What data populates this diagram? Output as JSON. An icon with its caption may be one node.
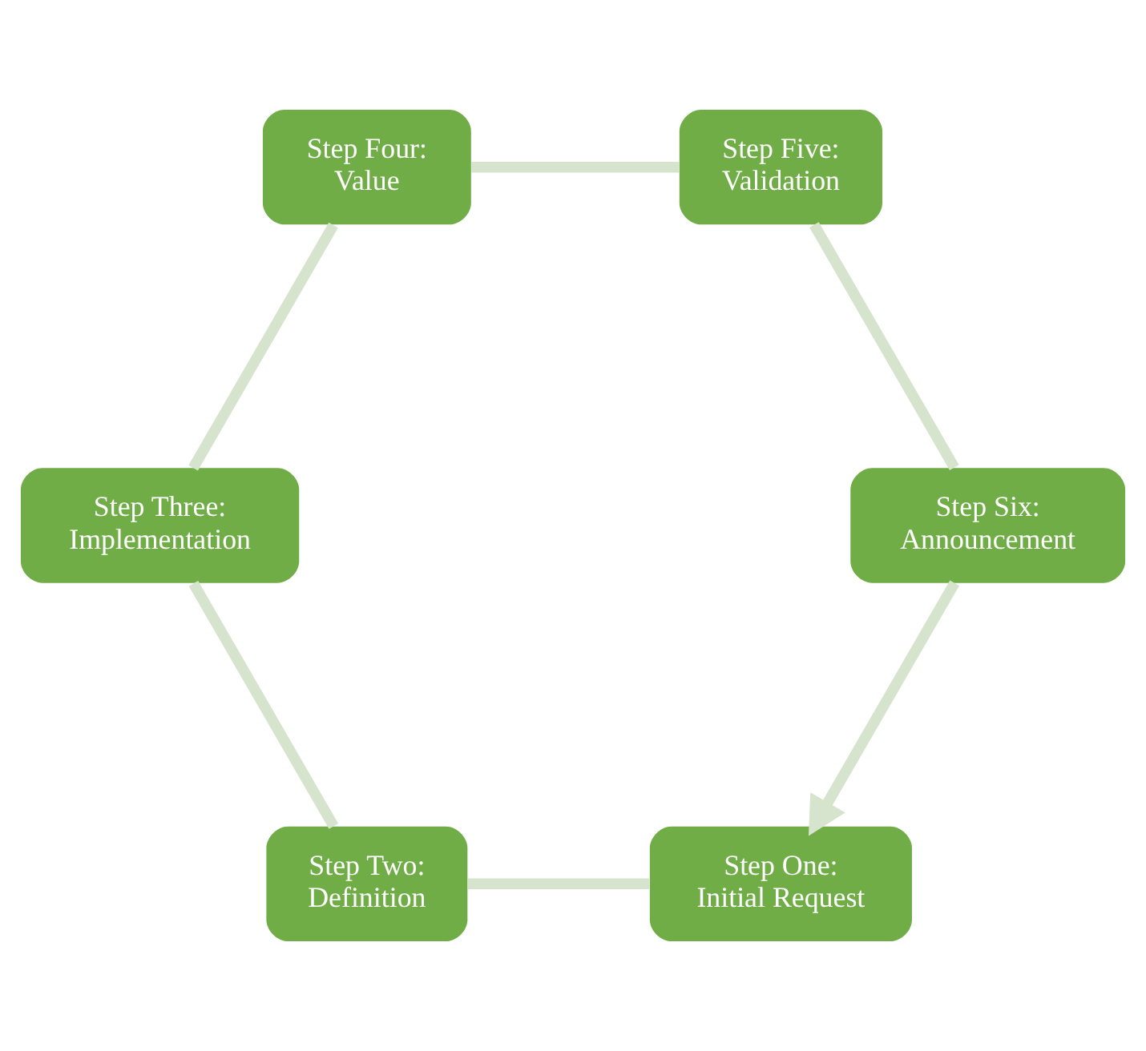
{
  "diagram": {
    "nodes": [
      {
        "text": [
          "Step One: Initial Request"
        ]
      },
      {
        "text": [
          "Step Two: Definition"
        ]
      },
      {
        "text": [
          "Step Three: Implementation"
        ]
      },
      {
        "text": [
          "Step Four: Value"
        ]
      },
      {
        "text": [
          "Step Five: Validation"
        ]
      },
      {
        "text": [
          "Step Six: Announcement"
        ]
      }
    ],
    "edges": [
      {
        "from": 0,
        "to": 1,
        "arrow": "none"
      },
      {
        "from": 1,
        "to": 2,
        "arrow": "none"
      },
      {
        "from": 2,
        "to": 3,
        "arrow": "none"
      },
      {
        "from": 3,
        "to": 4,
        "arrow": "none"
      },
      {
        "from": 4,
        "to": 5,
        "arrow": "none"
      },
      {
        "from": 5,
        "to": 0,
        "arrow": "to"
      }
    ]
  }
}
